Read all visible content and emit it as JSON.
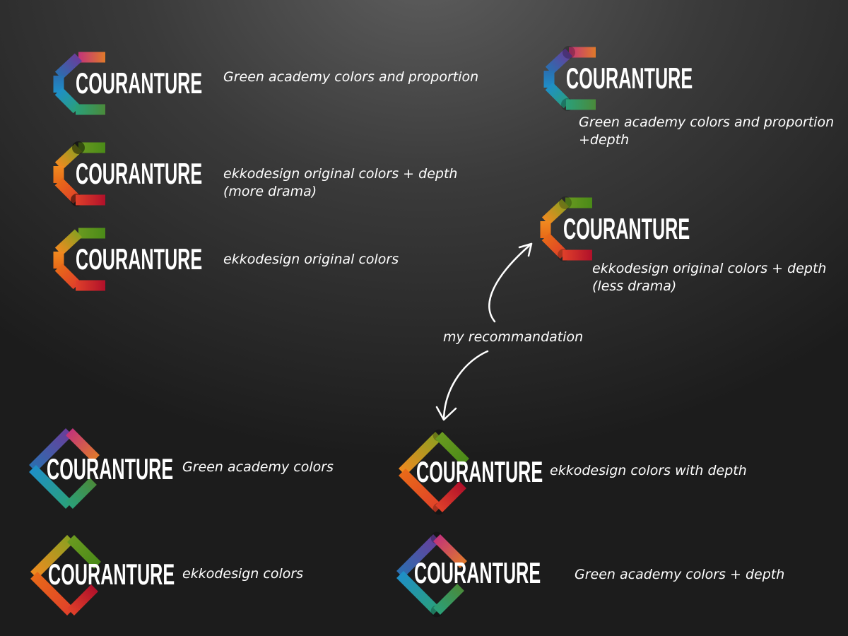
{
  "brand": "COURANTURE",
  "schemes": {
    "green_academy": {
      "top1": "#6a3d9a",
      "top2": "#c2337a",
      "top3": "#e07a2a",
      "left1": "#2a6fb0",
      "left2": "#1e8fc8",
      "bottom1": "#2aa07a",
      "bottom2": "#4a8a3a"
    },
    "ekko": {
      "top1": "#8aa020",
      "top2": "#6a9a20",
      "top3": "#4a8a18",
      "left1": "#f08a20",
      "left2": "#e86a18",
      "bottom1": "#e0402a",
      "bottom2": "#b0102a"
    }
  },
  "options": [
    {
      "caption": [
        "Green academy  colors and proportion"
      ]
    },
    {
      "caption": [
        "ekkodesign original colors + depth",
        "(more drama)"
      ]
    },
    {
      "caption": [
        "ekkodesign original colors"
      ]
    },
    {
      "caption": [
        "Green academy  colors and proportion",
        "+depth"
      ]
    },
    {
      "caption": [
        "ekkodesign original colors + depth",
        "(less drama)"
      ]
    },
    {
      "caption": [
        "Green academy  colors"
      ]
    },
    {
      "caption": [
        "ekkodesign colors"
      ]
    },
    {
      "caption": [
        "ekkodesign colors with depth"
      ]
    },
    {
      "caption": [
        "Green academy  colors + depth"
      ]
    }
  ],
  "recommendation_label": "my recommandation"
}
